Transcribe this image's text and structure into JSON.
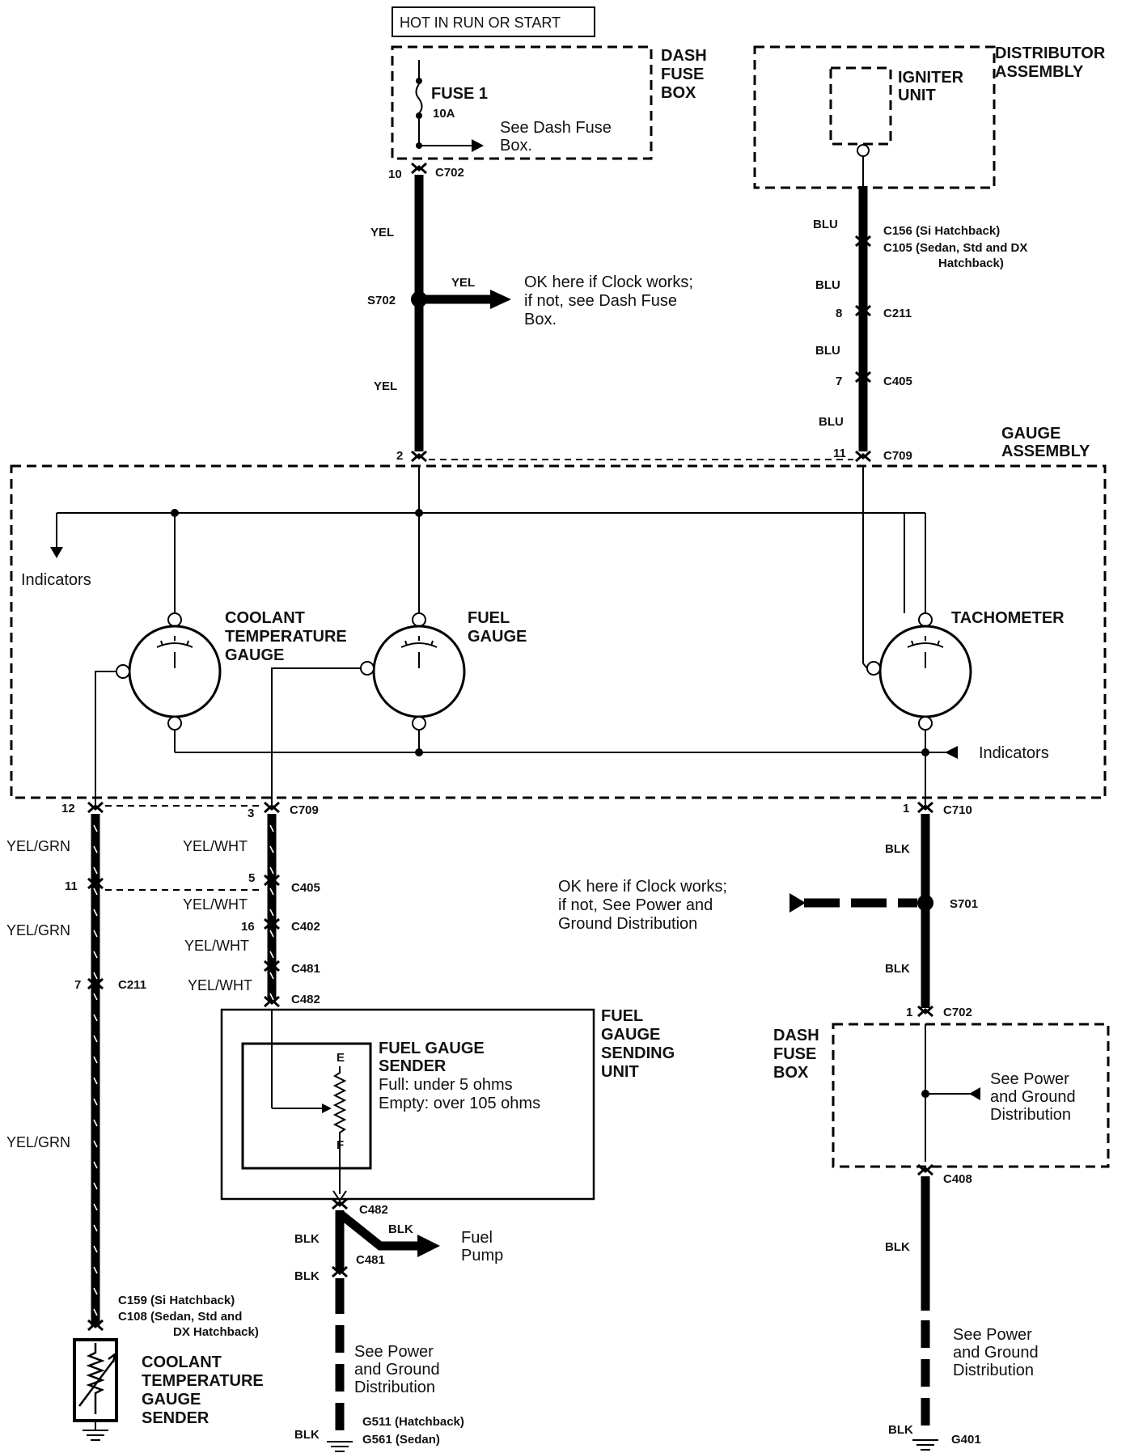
{
  "power": {
    "hot_label": "HOT IN RUN OR START",
    "dash_fuse_box": [
      "DASH",
      "FUSE",
      "BOX"
    ],
    "fuse_name": "FUSE 1",
    "fuse_rating": "10A",
    "fuse_note": [
      "See Dash Fuse",
      "Box."
    ],
    "c702_pin": "10",
    "c702": "C702",
    "wire_yel": "YEL",
    "s702": "S702",
    "s702_wire": "YEL",
    "clock_note": [
      "OK here if Clock works;",
      "if not, see Dash Fuse",
      "Box."
    ],
    "gauge_pin": "2"
  },
  "distributor": {
    "title": [
      "DISTRIBUTOR",
      "ASSEMBLY"
    ],
    "igniter": [
      "IGNITER",
      "UNIT"
    ],
    "wire_blu": "BLU",
    "c156": "C156 (Si Hatchback)",
    "c105": "C105 (Sedan, Std and DX",
    "c105_cont": "Hatchback)",
    "c211_pin": "8",
    "c211": "C211",
    "c405_pin": "7",
    "c405": "C405",
    "c709_pin": "11",
    "c709": "C709"
  },
  "gauge_assembly": {
    "title": [
      "GAUGE",
      "ASSEMBLY"
    ],
    "indicators_top": "Indicators",
    "indicators_right": "Indicators",
    "coolant_gauge": [
      "COOLANT",
      "TEMPERATURE",
      "GAUGE"
    ],
    "fuel_gauge": [
      "FUEL",
      "GAUGE"
    ],
    "tachometer": "TACHOMETER"
  },
  "coolant_circuit": {
    "pin_c709": "12",
    "wire": "YEL/GRN",
    "pin_c405": "11",
    "pin_c211": "7",
    "c211": "C211",
    "c159": "C159 (Si Hatchback)",
    "c108": "C108 (Sedan, Std and",
    "c108_cont": "DX Hatchback)",
    "sender": [
      "COOLANT",
      "TEMPERATURE",
      "GAUGE",
      "SENDER"
    ]
  },
  "fuel_circuit": {
    "pin_c709": "3",
    "c709": "C709",
    "wire": "YEL/WHT",
    "pin_c405": "5",
    "c405": "C405",
    "pin_c402": "16",
    "c402": "C402",
    "c481": "C481",
    "c482": "C482",
    "unit_title": [
      "FUEL",
      "GAUGE",
      "SENDING",
      "UNIT"
    ],
    "sender_title": [
      "FUEL GAUGE",
      "SENDER"
    ],
    "full": "Full: under 5 ohms",
    "empty": "Empty: over 105 ohms",
    "e": "E",
    "f": "F",
    "c482_lower": "C482",
    "wire_blk": "BLK",
    "fuel_pump": [
      "Fuel",
      "Pump"
    ],
    "c481_lower": "C481",
    "ground_note": [
      "See Power",
      "and Ground",
      "Distribution"
    ],
    "g511": "G511 (Hatchback)",
    "g561": "G561 (Sedan)"
  },
  "tach_ground": {
    "pin_c710": "1",
    "c710": "C710",
    "wire_blk": "BLK",
    "s701": "S701",
    "clock_note": [
      "OK here if Clock works;",
      "if not, See Power and",
      "Ground Distribution"
    ],
    "pin_c702": "1",
    "c702": "C702",
    "dash_fuse_box": [
      "DASH",
      "FUSE",
      "BOX"
    ],
    "fuse_note": [
      "See Power",
      "and Ground",
      "Distribution"
    ],
    "c408": "C408",
    "ground_note": [
      "See Power",
      "and Ground",
      "Distribution"
    ],
    "g401": "G401"
  }
}
